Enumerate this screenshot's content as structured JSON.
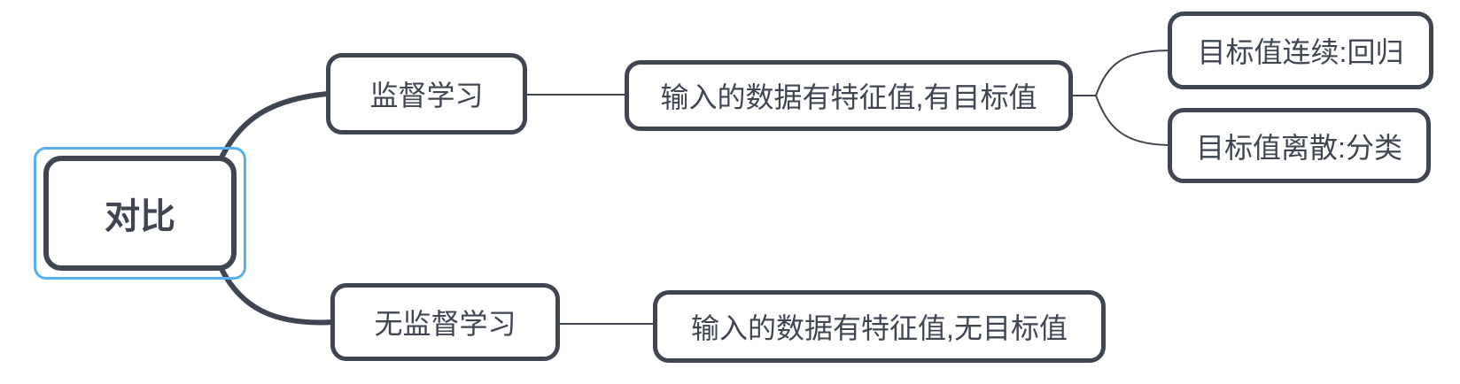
{
  "colors": {
    "ink": "#3f4652",
    "selection": "#56aff2",
    "node_fill": "#ffffff",
    "background": "#ffffff"
  },
  "mindmap": {
    "root": {
      "label": "对比",
      "selected": true
    },
    "branches": [
      {
        "topic": {
          "label": "监督学习"
        },
        "detail": {
          "label": "输入的数据有特征值,有目标值"
        },
        "leaves": [
          {
            "label": "目标值连续:回归"
          },
          {
            "label": "目标值离散:分类"
          }
        ]
      },
      {
        "topic": {
          "label": "无监督学习"
        },
        "detail": {
          "label": "输入的数据有特征值,无目标值"
        },
        "leaves": []
      }
    ]
  }
}
